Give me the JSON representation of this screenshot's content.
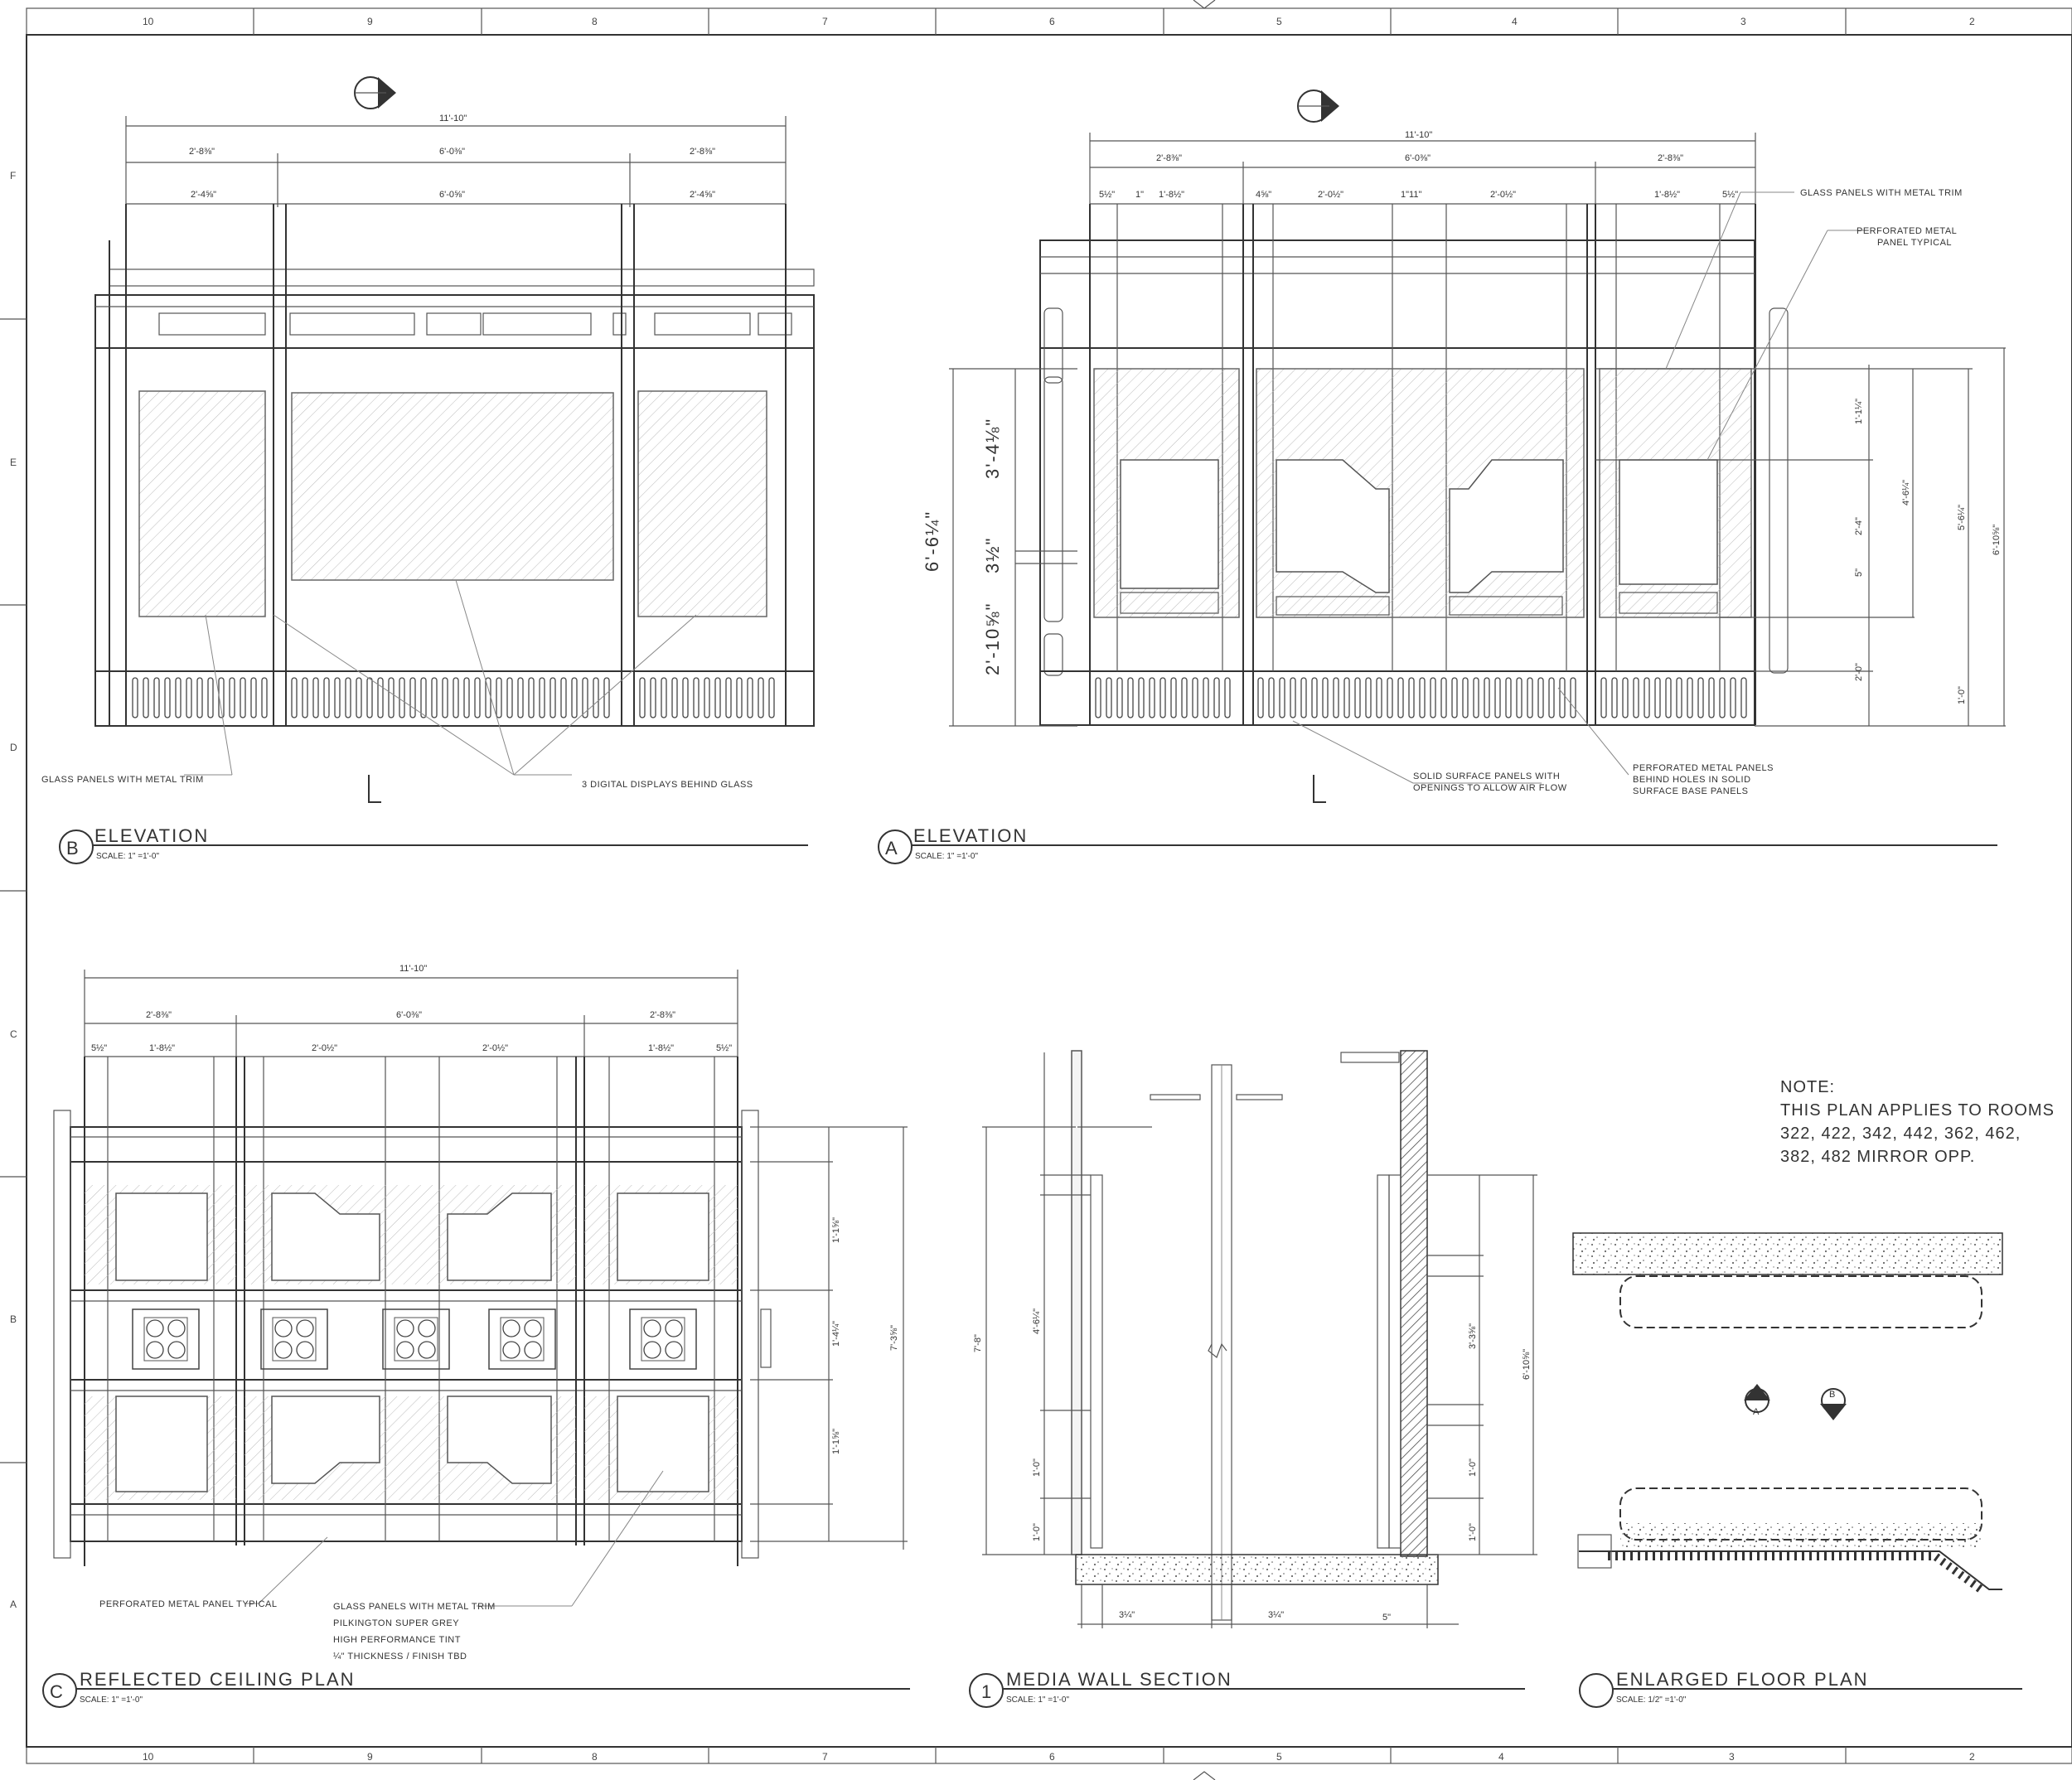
{
  "grid": {
    "columns": [
      "10",
      "9",
      "8",
      "7",
      "6",
      "5",
      "4",
      "3",
      "2"
    ],
    "rows": [
      "F",
      "E",
      "D",
      "C",
      "B",
      "A"
    ]
  },
  "views": {
    "b": {
      "letter": "B",
      "title": "ELEVATION",
      "scale": "SCALE: 1\" =1'-0\""
    },
    "a": {
      "letter": "A",
      "title": "ELEVATION",
      "scale": "SCALE: 1\" =1'-0\""
    },
    "c": {
      "letter": "C",
      "title": "REFLECTED CEILING PLAN",
      "scale": "SCALE: 1\" =1'-0\""
    },
    "one": {
      "letter": "1",
      "title": "MEDIA WALL SECTION",
      "scale": "SCALE: 1\" =1'-0\""
    },
    "blank": {
      "letter": "",
      "title": "ENLARGED FLOOR PLAN",
      "scale": "SCALE: 1/2\" =1'-0\""
    }
  },
  "dims": {
    "overall": "11'-10\"",
    "side": "2'-8⅜\"",
    "center": "6'-0⅜\"",
    "side_inner": "2'-4⅝\"",
    "center_inner": "6'-0⅝\"",
    "a_5": "5½\"",
    "a_1": "1\"",
    "a_18": "1'-8½\"",
    "a_20": "2'-0½\"",
    "a_111": "1\"11\"",
    "a_48": "4⅝\"",
    "a_height": "6'-6¼\"",
    "a_upper": "3'-4⅛\"",
    "a_mid": "3½\"",
    "a_lower": "2'-10⅝\"",
    "r_114": "1'-1¼\"",
    "r_24": "2'-4\"",
    "r_5": "5\"",
    "r_20": "2'-0\"",
    "r_46": "4'-6¼\"",
    "r_56": "5'-6¼\"",
    "r_10": "1'-0\"",
    "r_610": "6'-10⅝\"",
    "c_total": "7'-3⅝\"",
    "c_134": "1'-1⅝\"",
    "c_14": "1'-4¼\"",
    "s_78": "7'-8\"",
    "s_46": "4'-6¼\"",
    "s_610": "6'-10⅝\"",
    "s_33": "3'-3⅝\"",
    "s_34": "3¼\"",
    "s_5": "5\""
  },
  "labels": {
    "b_glass": "GLASS PANELS WITH METAL TRIM",
    "b_displays": "3 DIGITAL DISPLAYS BEHIND GLASS",
    "a_glass": "GLASS PANELS WITH METAL TRIM",
    "a_perf1": "PERFORATED METAL",
    "a_perf2": "PANEL TYPICAL",
    "a_solid1": "SOLID SURFACE PANELS WITH",
    "a_solid2": "OPENINGS TO ALLOW AIR FLOW",
    "a_base1": "PERFORATED METAL PANELS",
    "a_base2": "BEHIND HOLES IN SOLID",
    "a_base3": "SURFACE BASE PANELS",
    "c_perf": "PERFORATED METAL PANEL TYPICAL",
    "c_glass1": "GLASS PANELS WITH METAL TRIM",
    "c_glass2": "PILKINGTON SUPER GREY",
    "c_glass3": "HIGH PERFORMANCE TINT",
    "c_glass4": "¼\" THICKNESS / FINISH TBD"
  },
  "note": {
    "heading": "NOTE:",
    "line1": "THIS PLAN APPLIES TO ROOMS",
    "line2": "322, 422, 342, 442, 362, 462,",
    "line3": "382, 482 MIRROR OPP."
  },
  "markers": {
    "a": "A",
    "b": "B"
  }
}
